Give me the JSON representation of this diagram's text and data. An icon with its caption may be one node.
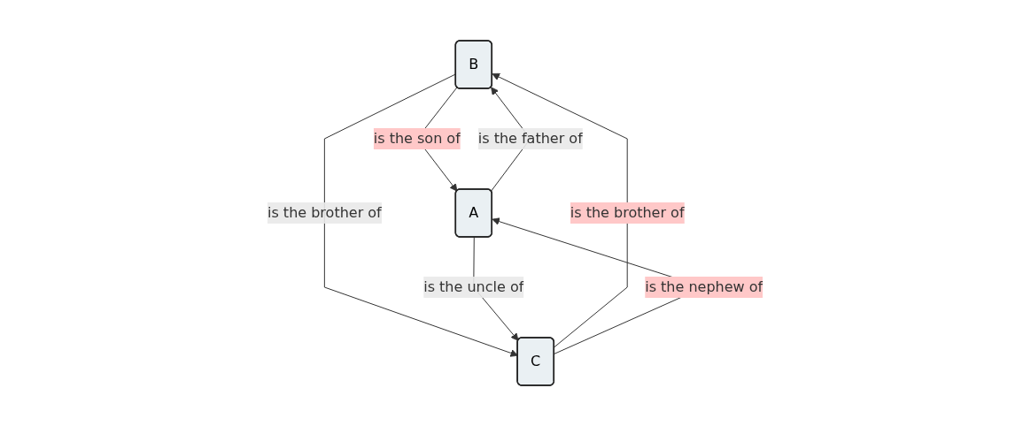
{
  "diagram": {
    "nodes": [
      {
        "text": [
          "B"
        ]
      },
      {
        "text": [
          "A"
        ]
      },
      {
        "text": [
          "C"
        ]
      }
    ],
    "edges": [
      {
        "from": 1,
        "to": 0,
        "arrow": "to",
        "label": "is the father of"
      },
      {
        "from": 0,
        "to": 1,
        "arrow": "to",
        "label": "is the son of"
      },
      {
        "from": 0,
        "to": 2,
        "arrow": "to",
        "label": "is the brother of"
      },
      {
        "from": 2,
        "to": 0,
        "arrow": "to",
        "label": "is the brother of"
      },
      {
        "from": 1,
        "to": 2,
        "arrow": "to",
        "label": "is the uncle of"
      },
      {
        "from": 2,
        "to": 1,
        "arrow": "to",
        "label": "is the nephew of"
      }
    ]
  }
}
